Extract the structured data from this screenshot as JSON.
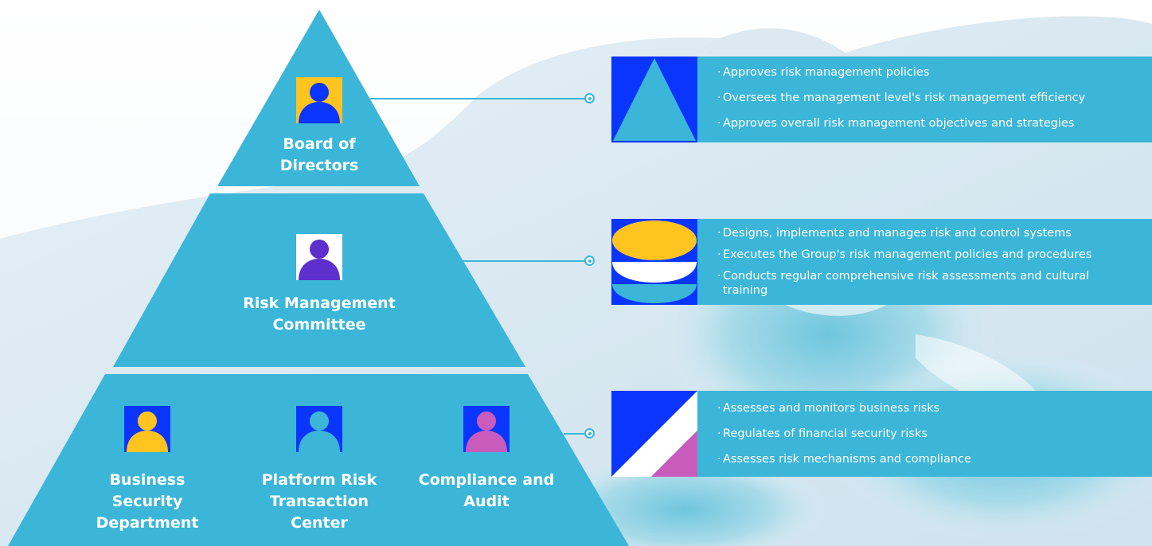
{
  "colors": {
    "primary": "#3bb6d8",
    "blue": "#0a35ff",
    "yellow": "#ffc41f",
    "purple": "#5d2fcc",
    "magenta": "#c95bbd",
    "white": "#ffffff"
  },
  "tiers": [
    {
      "label": "Board of Directors",
      "icon": "person-icon"
    },
    {
      "label": "Risk Management Committee",
      "icon": "person-icon"
    }
  ],
  "departments": [
    {
      "label": "Business Security Department",
      "icon": "person-icon"
    },
    {
      "label": "Platform Risk Transaction Center",
      "icon": "person-icon"
    },
    {
      "label": "Compliance and Audit",
      "icon": "person-icon"
    }
  ],
  "panels": [
    {
      "icon": "triangle-icon",
      "items": [
        "Approves risk management policies",
        "Oversees the management level's risk management efficiency",
        "Approves overall risk management objectives and strategies"
      ]
    },
    {
      "icon": "stacked-shapes-icon",
      "items": [
        "Designs, implements and manages risk and control systems",
        "Executes the Group's risk management policies and procedures",
        "Conducts regular comprehensive risk assessments and cultural training"
      ]
    },
    {
      "icon": "diagonal-stripes-icon",
      "items": [
        "Assesses and monitors business risks",
        "Regulates of financial security risks",
        "Assesses risk mechanisms and compliance"
      ]
    }
  ]
}
